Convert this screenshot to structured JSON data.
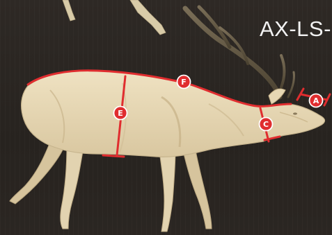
{
  "part_code": "AX-LS-",
  "accent_color": "#e02d2f",
  "markers": {
    "a": "A",
    "c": "C",
    "e": "E",
    "f": "F"
  }
}
